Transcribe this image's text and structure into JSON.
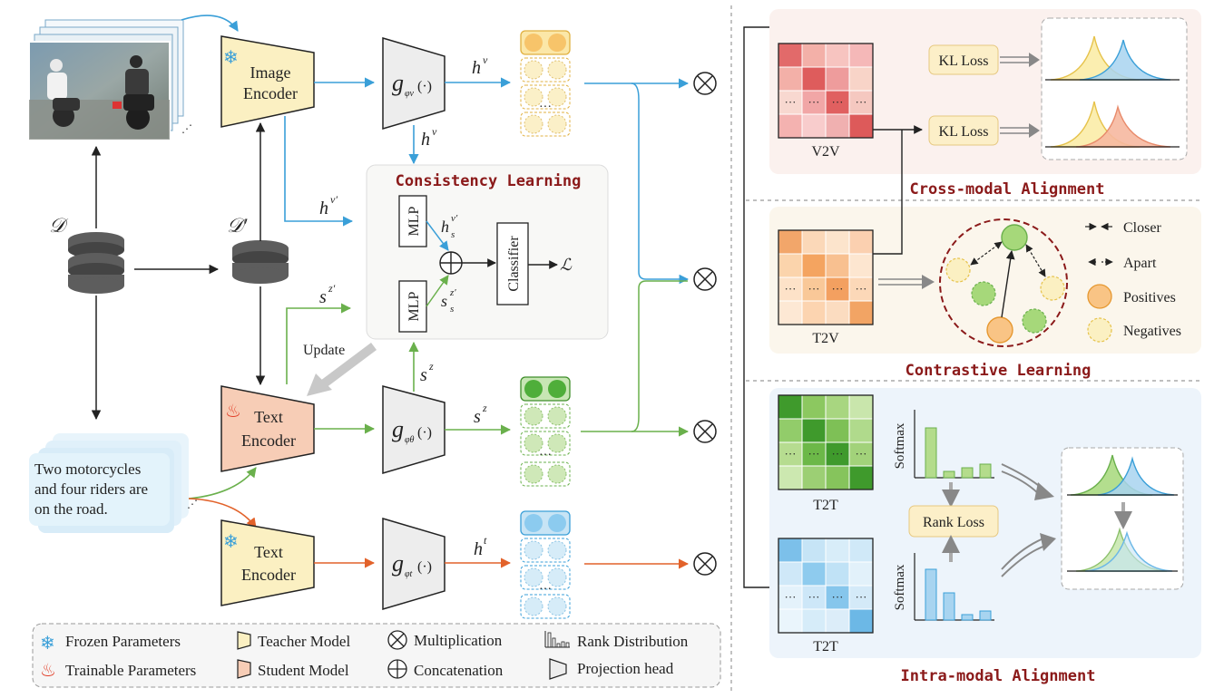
{
  "left": {
    "dataset": "𝒟",
    "dataset_prime": "𝒟′",
    "image_caption": "Two motorcycles and four riders are on the road.",
    "caption_lines": [
      "Two motorcycles",
      "and four riders are",
      "on the road."
    ],
    "image_encoder": [
      "Image",
      "Encoder"
    ],
    "text_encoder_student": [
      "Text",
      "Encoder"
    ],
    "text_encoder_teacher": [
      "Text",
      "Encoder"
    ],
    "proj_v": "g",
    "proj_v_sub": "φv",
    "proj_theta": "g",
    "proj_theta_sub": "φθ",
    "proj_t": "g",
    "proj_t_sub": "φt",
    "proj_arg": "(·)",
    "h_v": "h",
    "h_v_sup": "v",
    "h_v_prime_sup": "v′",
    "s_z": "s",
    "s_z_sup": "z",
    "s_z_prime_sup": "z′",
    "h_t_sup": "t",
    "update": "Update",
    "consistency_title": "Consistency Learning",
    "mlp": "MLP",
    "classifier": "Classifier",
    "loss_symbol": "ℒ",
    "hs_sub": "s",
    "ss_sub": "s",
    "ellipsis": "···"
  },
  "legend": {
    "frozen": "Frozen Parameters",
    "trainable": "Trainable Parameters",
    "teacher": "Teacher Model",
    "student": "Student Model",
    "multiplication": "Multiplication",
    "concatenation": "Concatenation",
    "rank_distribution": "Rank Distribution",
    "projection_head": "Projection head"
  },
  "right": {
    "cross_title": "Cross-modal Alignment",
    "contrastive_title": "Contrastive Learning",
    "intra_title": "Intra-modal Alignment",
    "kl_loss": "KL Loss",
    "rank_loss": "Rank Loss",
    "softmax": "Softmax",
    "v2v": "V2V",
    "t2v": "T2V",
    "t2t": "T2T",
    "closer": "Closer",
    "apart": "Apart",
    "positives": "Positives",
    "negatives": "Negatives",
    "dots": "···"
  },
  "colors": {
    "blue": "#3a9fd8",
    "green": "#6ab04c",
    "orange": "#e2622a",
    "dark_red": "#8b1a1a",
    "teacher_fill": "#fbf0c2",
    "student_fill": "#f7cdb6"
  }
}
